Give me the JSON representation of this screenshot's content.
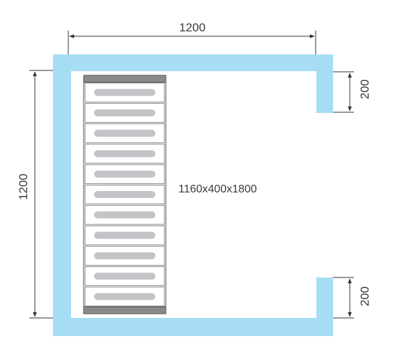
{
  "dimensions": {
    "top_width": "1200",
    "left_height": "1200",
    "right_top_opening": "200",
    "right_bottom_opening": "200"
  },
  "rack": {
    "size_label": "1160x400x1800",
    "slot_count": 11
  },
  "colors": {
    "wall": "#a6ddf5",
    "rack_frame": "#555555",
    "rack_cap": "#8a8a8a",
    "slot_handle": "#c2c4c7",
    "dimension_line": "#333333"
  }
}
